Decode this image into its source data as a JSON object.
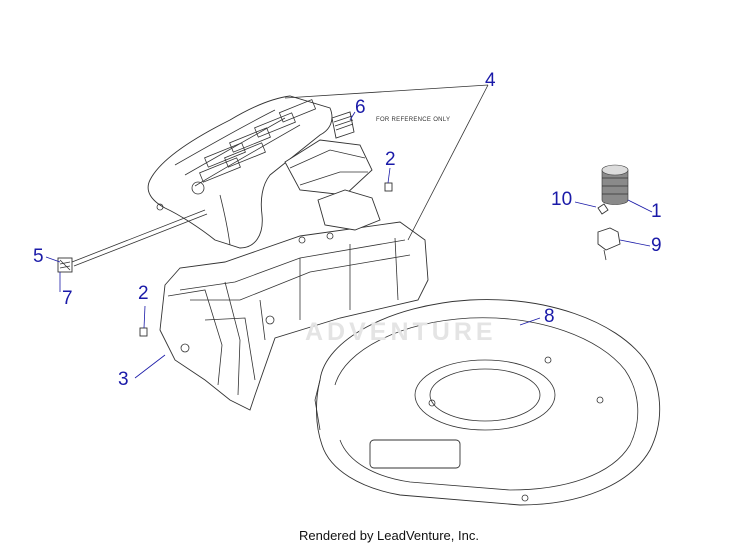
{
  "diagram": {
    "callouts": [
      {
        "id": "c4",
        "label": "4"
      },
      {
        "id": "c6",
        "label": "6"
      },
      {
        "id": "c2a",
        "label": "2"
      },
      {
        "id": "c10",
        "label": "10"
      },
      {
        "id": "c1",
        "label": "1"
      },
      {
        "id": "c9",
        "label": "9"
      },
      {
        "id": "c5",
        "label": "5"
      },
      {
        "id": "c7",
        "label": "7"
      },
      {
        "id": "c2b",
        "label": "2"
      },
      {
        "id": "c8",
        "label": "8"
      },
      {
        "id": "c3",
        "label": "3"
      }
    ],
    "reference_note": "FOR REFERENCE ONLY",
    "watermark": "ADVENTURE",
    "footer": "Rendered by LeadVenture, Inc."
  },
  "colors": {
    "callout": "#1a1aa8",
    "line": "#333333",
    "watermark": "#e4e4e4"
  }
}
